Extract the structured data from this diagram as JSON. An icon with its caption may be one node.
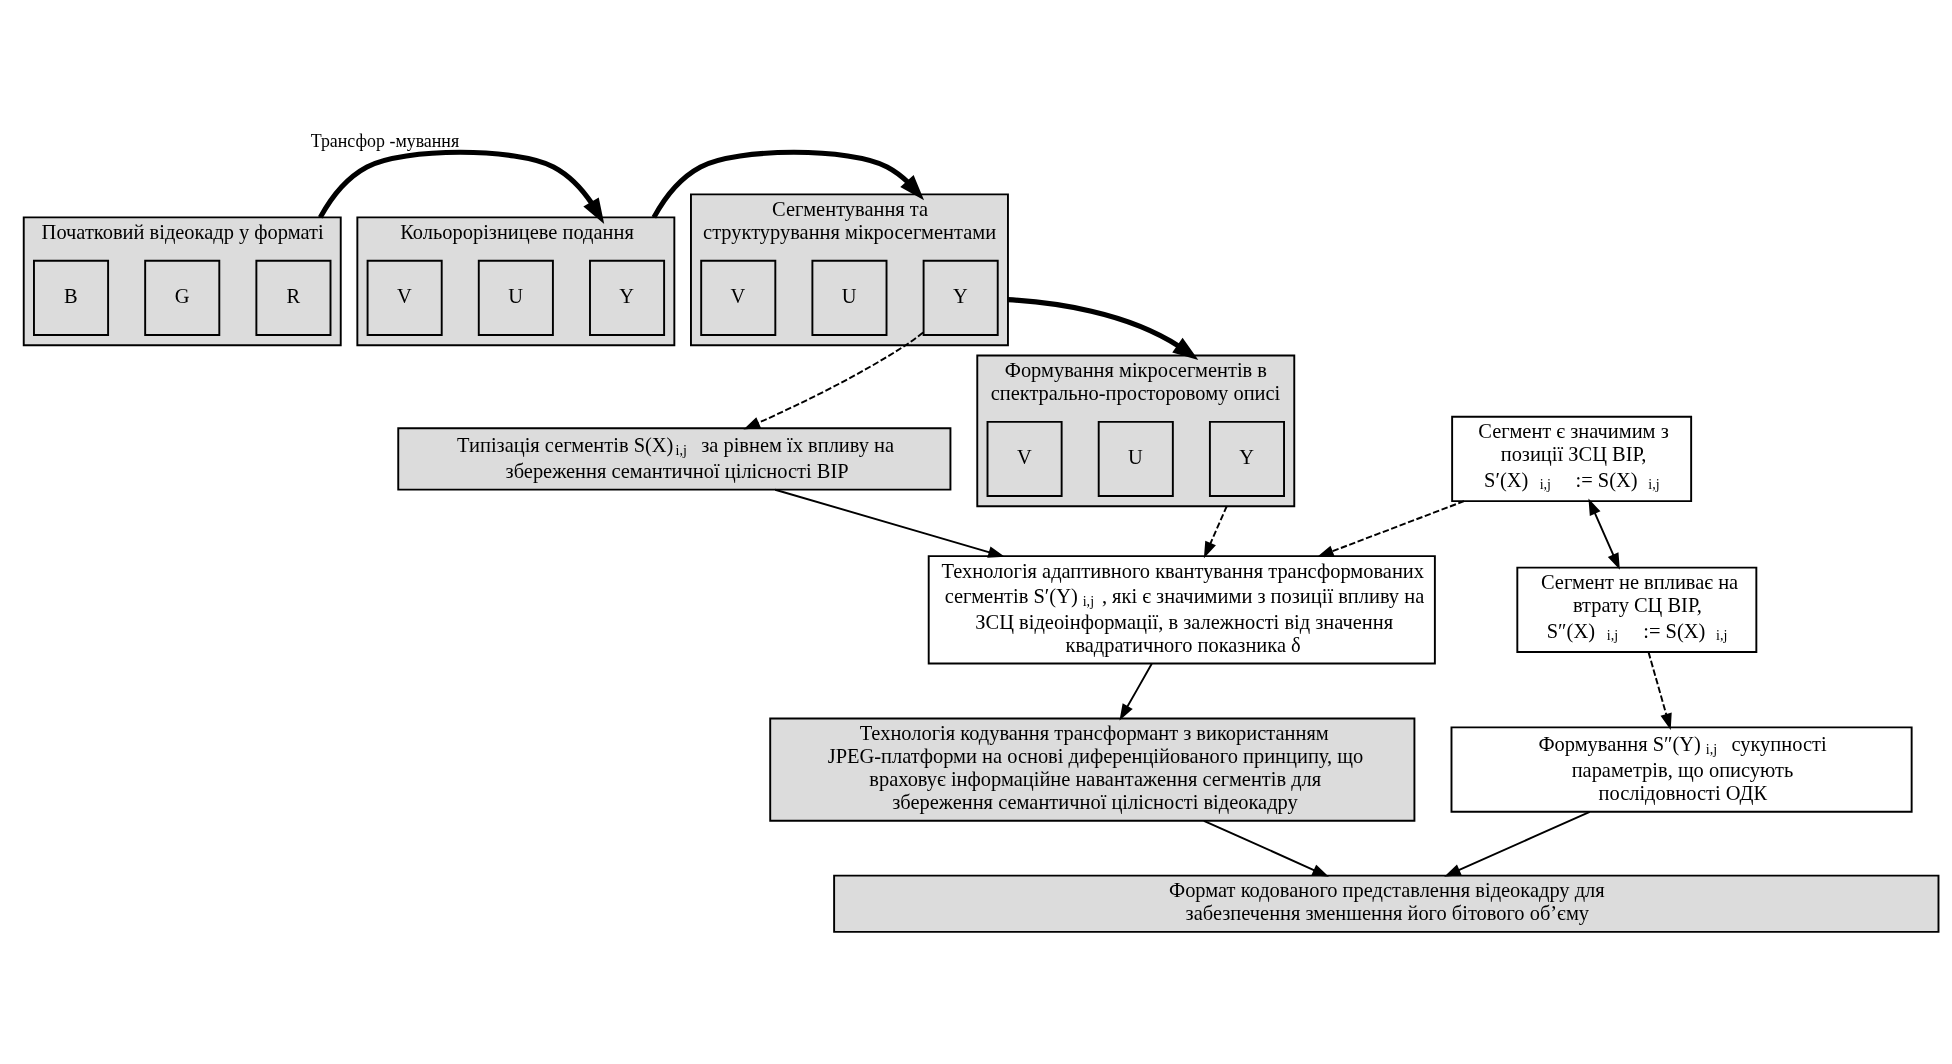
{
  "diagram": {
    "nodes": [
      {
        "text": [
          "Початковий відеокадр у форматі"
        ]
      },
      {
        "text": [
          "R"
        ],
        "in": 0
      },
      {
        "text": [
          "G"
        ],
        "in": 0
      },
      {
        "text": [
          "B"
        ],
        "in": 0
      },
      {
        "text": [
          "Кольорорізницеве подання"
        ]
      },
      {
        "text": [
          "Y"
        ],
        "in": 4
      },
      {
        "text": [
          "U"
        ],
        "in": 4
      },
      {
        "text": [
          "V"
        ],
        "in": 4
      },
      {
        "text": [
          "Сегментування та структурування мікросегментами"
        ]
      },
      {
        "text": [
          "Y"
        ],
        "in": 8
      },
      {
        "text": [
          "U"
        ],
        "in": 8
      },
      {
        "text": [
          "V"
        ],
        "in": 8
      },
      {
        "text": [
          "Типізація сегментів S(X)$_{i,j}$ за рівнем їх впливу на збереження семантичної цілісності ВІР"
        ]
      },
      {
        "text": [
          "Сегмент є значимим з позиції ЗСЦ ВІР, S′(X)$_{i,j}$ := S(X)$_{i,j}$"
        ]
      },
      {
        "text": [
          "Сегмент не впливає на втрату СЦ ВІР, S″(X)$_{i,j}$ := S(X)$_{i,j}$"
        ]
      },
      {
        "text": [
          "Технологія адаптивного квантування трансформованих сегментів S′(Y)$_{i,j}$, які є значимими з позиції впливу на ЗСЦ відеоінформації, в залежності від значення квадратичного показника δ"
        ]
      },
      {
        "text": [
          "Формування мікросегментів в спектрально-просторовому описі"
        ]
      },
      {
        "text": [
          "Y"
        ],
        "in": 16
      },
      {
        "text": [
          "U"
        ],
        "in": 16
      },
      {
        "text": [
          "V"
        ],
        "in": 16
      },
      {
        "text": [
          "Формування S″(Y)$_{i,j}$ сукупності параметрів, що описують послідовності ОДК"
        ]
      },
      {
        "text": [
          "Технологія кодування трансформант з використанням JPEG-платформи на основі диференційованого принципу, що враховує інформаційне навантаження сегментів для збереження семантичної цілісності відеокадру"
        ]
      },
      {
        "text": [
          "Формат кодованого представлення відеокадру для забезпечення зменшення його бітового об’єму"
        ]
      }
    ],
    "edges": [
      {
        "from": 0,
        "to": 4,
        "arrow": "to",
        "label": "Трансфор -мування",
        "style": "thick"
      },
      {
        "from": 4,
        "to": 8,
        "arrow": "to",
        "style": "thick"
      },
      {
        "from": 9,
        "to": 12,
        "arrow": "to",
        "style": "dashed"
      },
      {
        "from": 8,
        "to": 16,
        "arrow": "to",
        "style": "thick"
      },
      {
        "from": 12,
        "to": 15,
        "arrow": "to"
      },
      {
        "from": 13,
        "to": 14,
        "arrow": "both"
      },
      {
        "from": 13,
        "to": 15,
        "arrow": "to",
        "style": "dashed"
      },
      {
        "from": 14,
        "to": 20,
        "arrow": "to",
        "style": "dashed"
      },
      {
        "from": 16,
        "to": 15,
        "arrow": "to",
        "style": "dashed"
      },
      {
        "from": 15,
        "to": 21,
        "arrow": "to"
      },
      {
        "from": 21,
        "to": 22,
        "arrow": "to"
      },
      {
        "from": 20,
        "to": 22,
        "arrow": "to"
      }
    ]
  }
}
